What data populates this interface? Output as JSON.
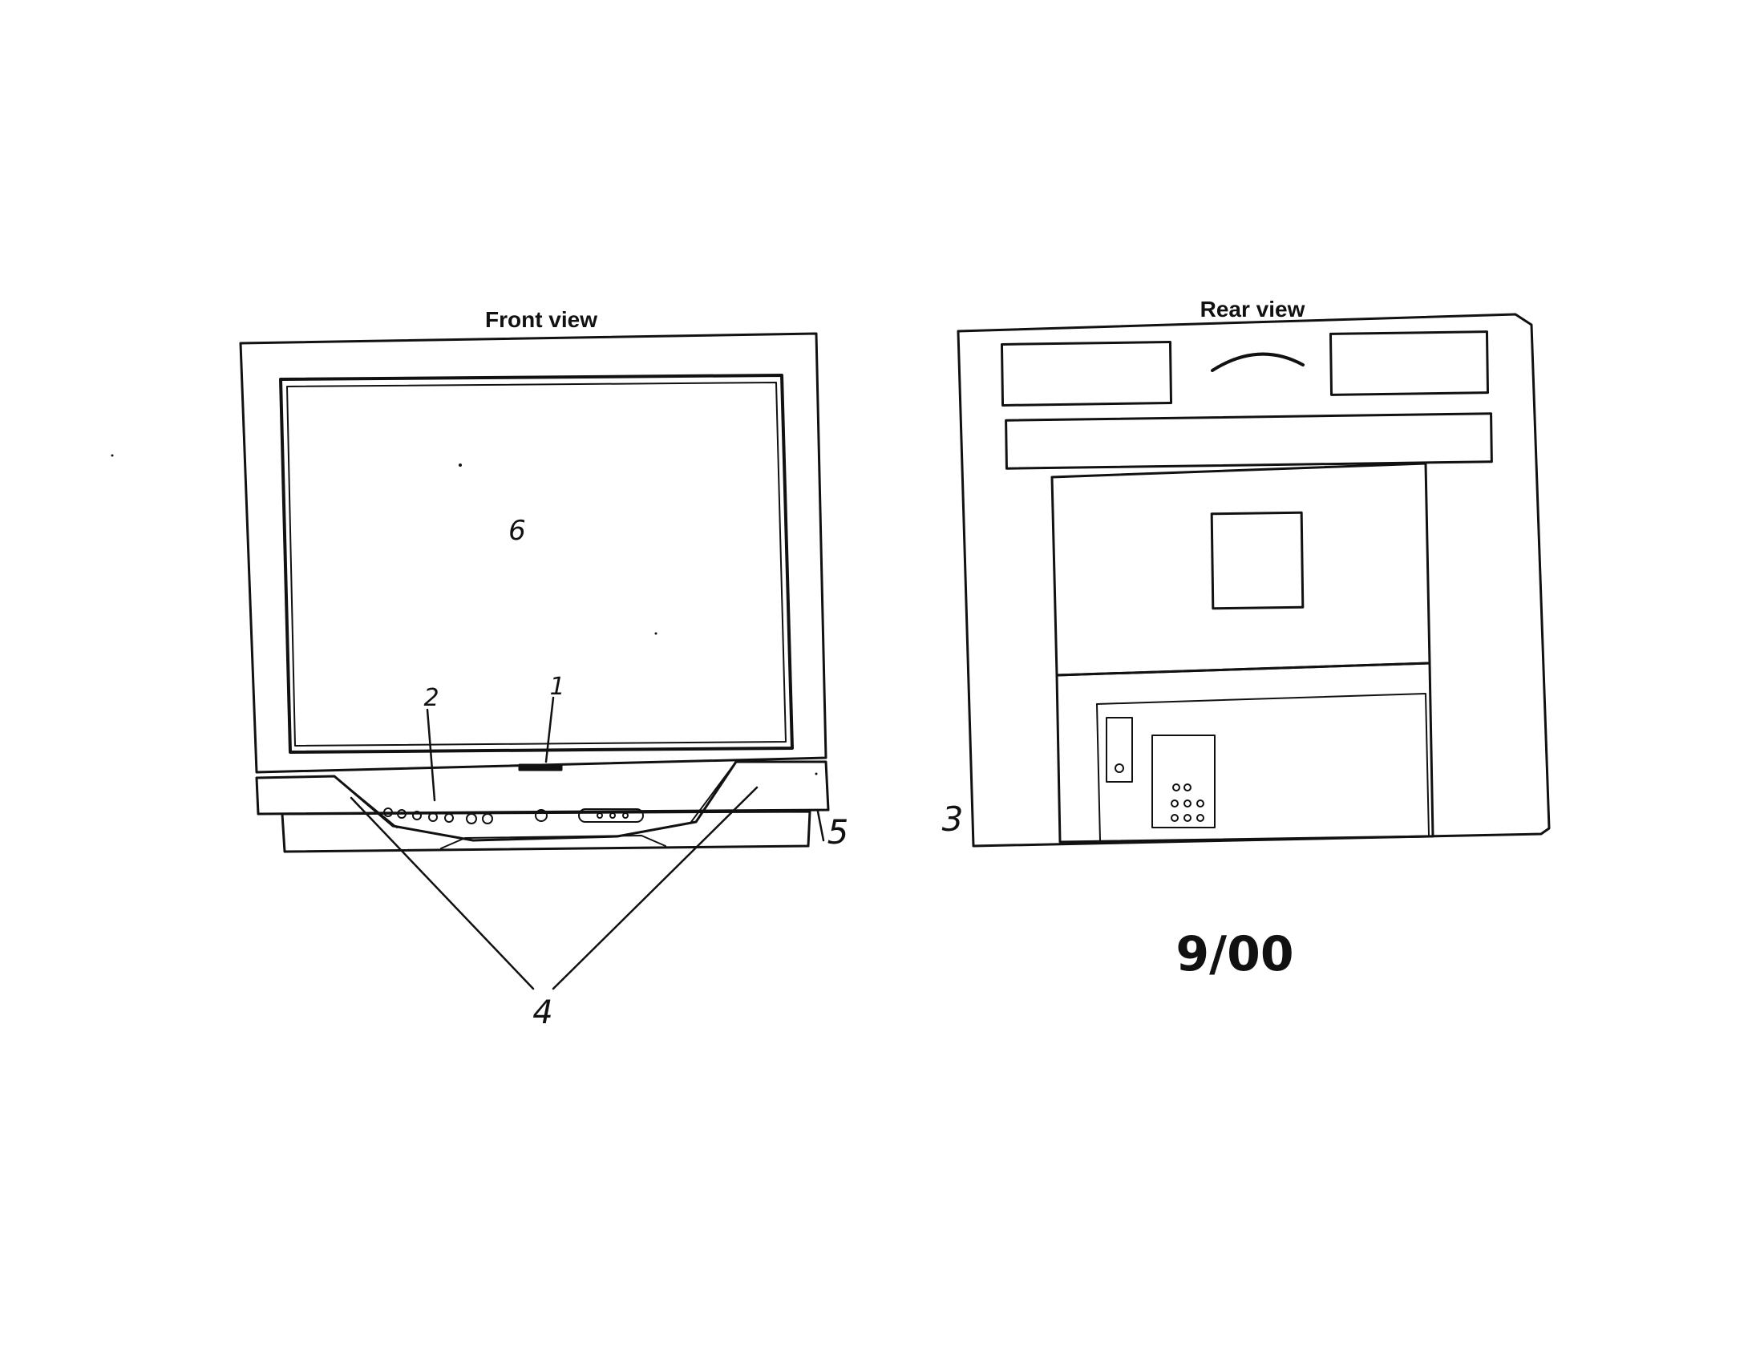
{
  "front_view": {
    "title": "Front view",
    "callouts": {
      "c1": "1",
      "c2": "2",
      "c4": "4",
      "c5": "5",
      "c6": "6"
    }
  },
  "rear_view": {
    "title": "Rear view",
    "callouts": {
      "c3": "3"
    }
  },
  "date": "9/00",
  "colors": {
    "ink": "#111111",
    "paper": "#ffffff"
  }
}
